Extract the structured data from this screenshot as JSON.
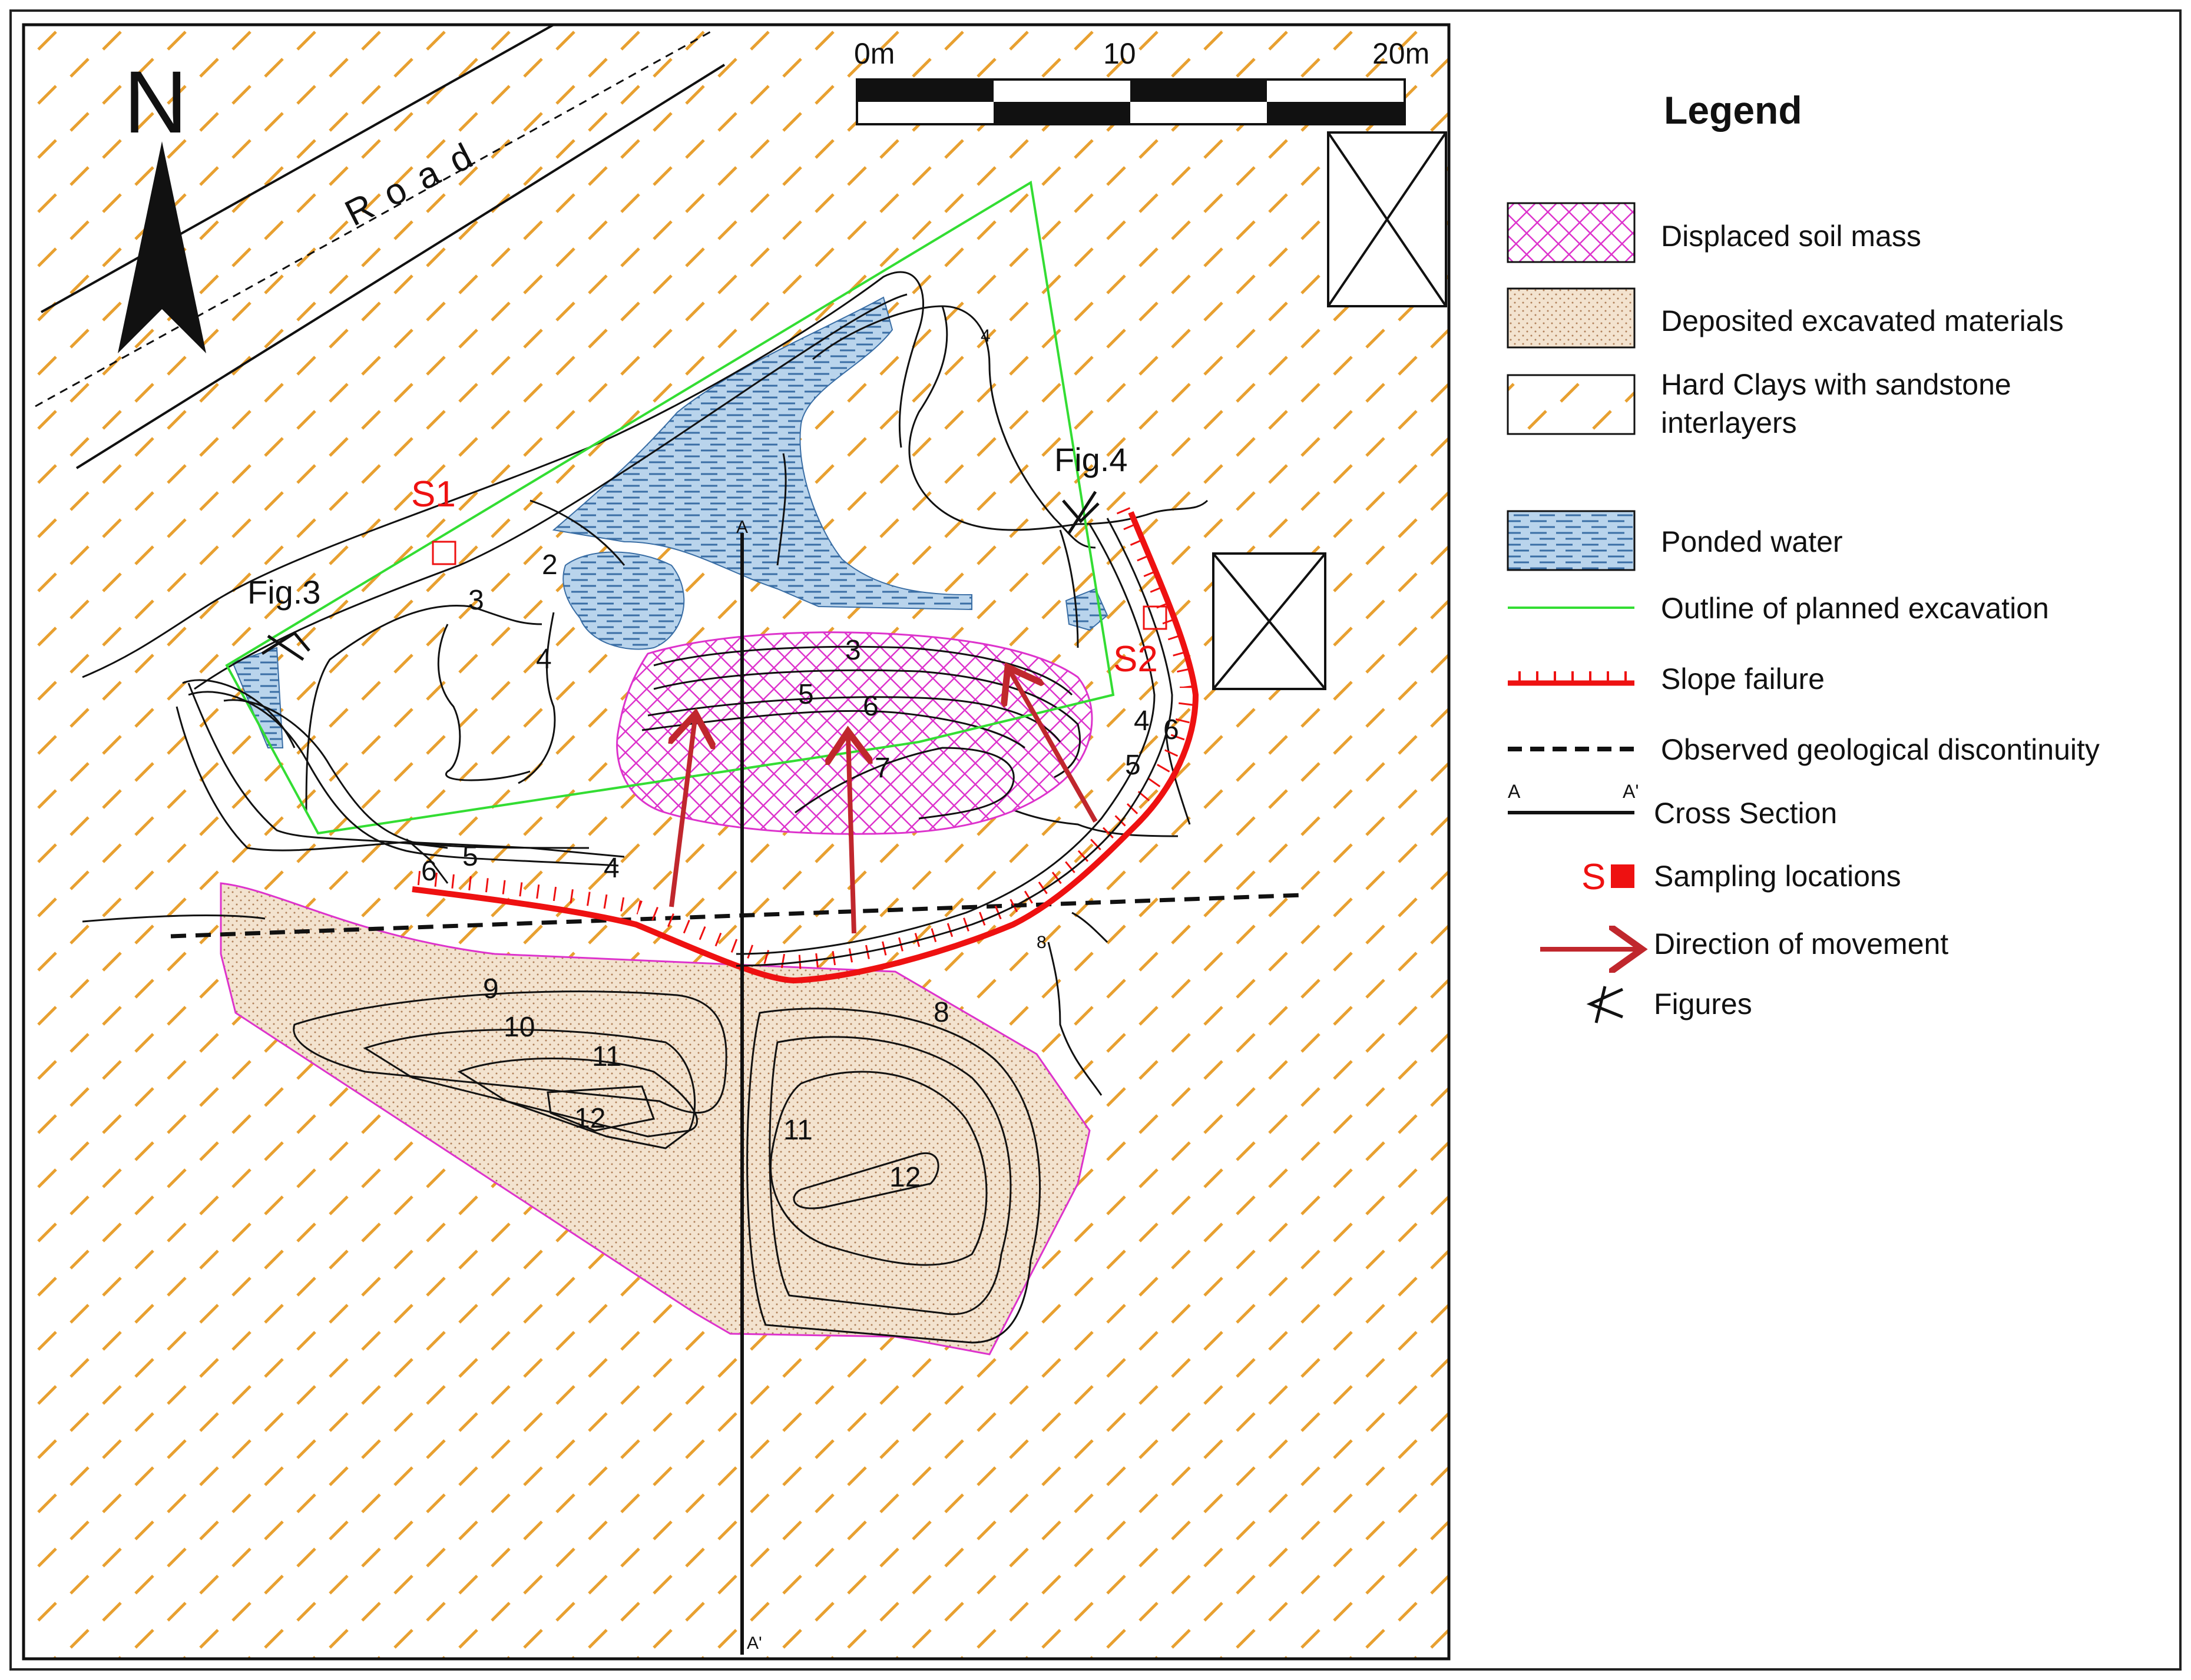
{
  "map": {
    "north_label": "N",
    "scale_bar": {
      "labels": [
        "0m",
        "10",
        "20m"
      ]
    },
    "road_label": "Road",
    "section": {
      "start_label": "A",
      "end_label": "A'"
    },
    "samples": {
      "s1": "S1",
      "s2": "S2"
    },
    "figure_views": {
      "fig3": "Fig.3",
      "fig4": "Fig.4"
    },
    "contour_labels": {
      "c3_left": "3",
      "c2_left": "2",
      "c4_left": "4",
      "c3_mass": "3",
      "c5_mass": "5",
      "c6_mass": "6",
      "c7_mass": "7",
      "c4_top": "4",
      "c4_right": "4",
      "c6_right": "6",
      "c5_right": "5",
      "c6_bottom": "6",
      "c5_bottom": "5",
      "c4_bottom": "4",
      "c8_small": "8",
      "c8_deposit": "8",
      "c9": "9",
      "c10": "10",
      "c11_left": "11",
      "c12_left": "12",
      "c11_right": "11",
      "c12_right": "12"
    }
  },
  "legend": {
    "title": "Legend",
    "items": [
      {
        "id": "displaced",
        "label": "Displaced soil mass"
      },
      {
        "id": "deposited",
        "label": "Deposited excavated materials"
      },
      {
        "id": "hardclay",
        "label_lines": [
          "Hard Clays with sandstone",
          "interlayers"
        ]
      },
      {
        "id": "ponded",
        "label": "Ponded water"
      },
      {
        "id": "outline",
        "label": "Outline of planned excavation"
      },
      {
        "id": "slope",
        "label": "Slope failure"
      },
      {
        "id": "discontinuity",
        "label": "Observed geological discontinuity"
      },
      {
        "id": "cross",
        "label": "Cross Section",
        "symbol_start": "A",
        "symbol_end": "A'"
      },
      {
        "id": "sampling",
        "label": "Sampling locations",
        "symbol_text": "S"
      },
      {
        "id": "movement",
        "label": "Direction of movement"
      },
      {
        "id": "figures",
        "label": "Figures"
      }
    ]
  },
  "colors": {
    "hatch_orange": "#e8a030",
    "displaced_magenta": "#dd33cc",
    "deposit_fill": "#f3e3cf",
    "deposit_dots": "#b0805a",
    "water_fill": "#b9d4ec",
    "water_dash": "#3a6ea5",
    "outline_green": "#33dd33",
    "slope_red": "#ee1111",
    "arrow_red": "#c0272d",
    "sample_red": "#ee1111"
  },
  "icons": [
    "north-arrow-icon",
    "eye-symbol-icon",
    "building-icon"
  ]
}
